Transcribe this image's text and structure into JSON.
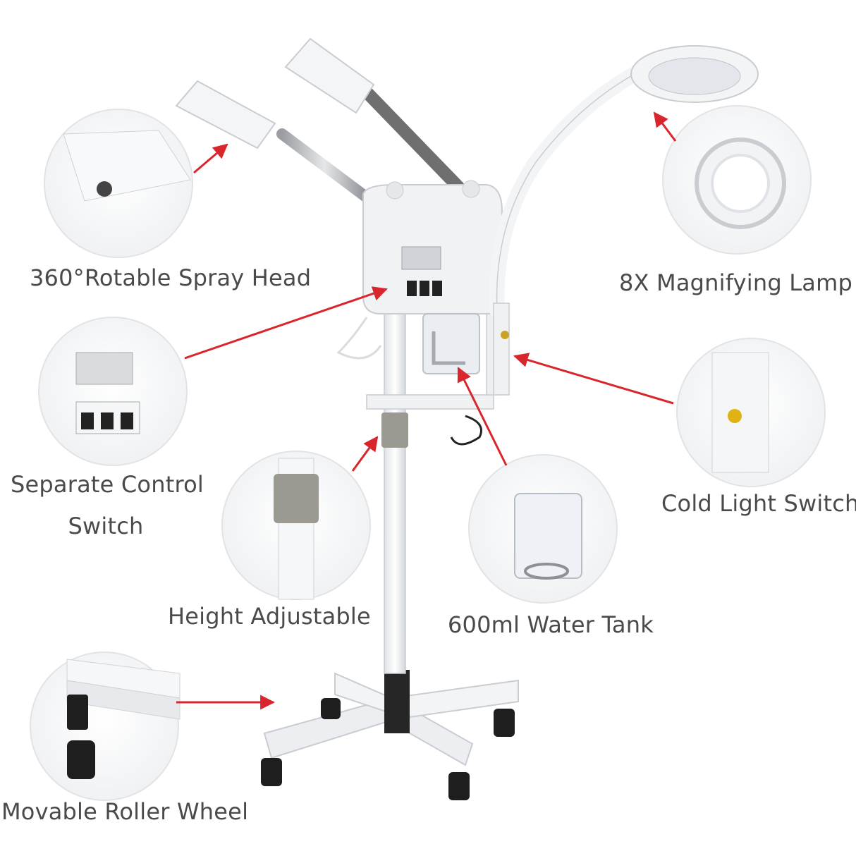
{
  "colors": {
    "text": "#4a4a4a",
    "arrow": "#d9262c",
    "device_body": "#f1f2f4",
    "device_shadow": "#c9ccd1",
    "wheel": "#1e1e1e",
    "background": "#ffffff"
  },
  "callouts": {
    "spray_head": "360°Rotable Spray Head",
    "lamp": "8X Magnifying Lamp",
    "control_switch_line1": "Separate Control",
    "control_switch_line2": "Switch",
    "cold_light": "Cold Light Switch",
    "height": "Height Adjustable",
    "water_tank": "600ml Water Tank",
    "wheel": "Movable Roller Wheel"
  }
}
